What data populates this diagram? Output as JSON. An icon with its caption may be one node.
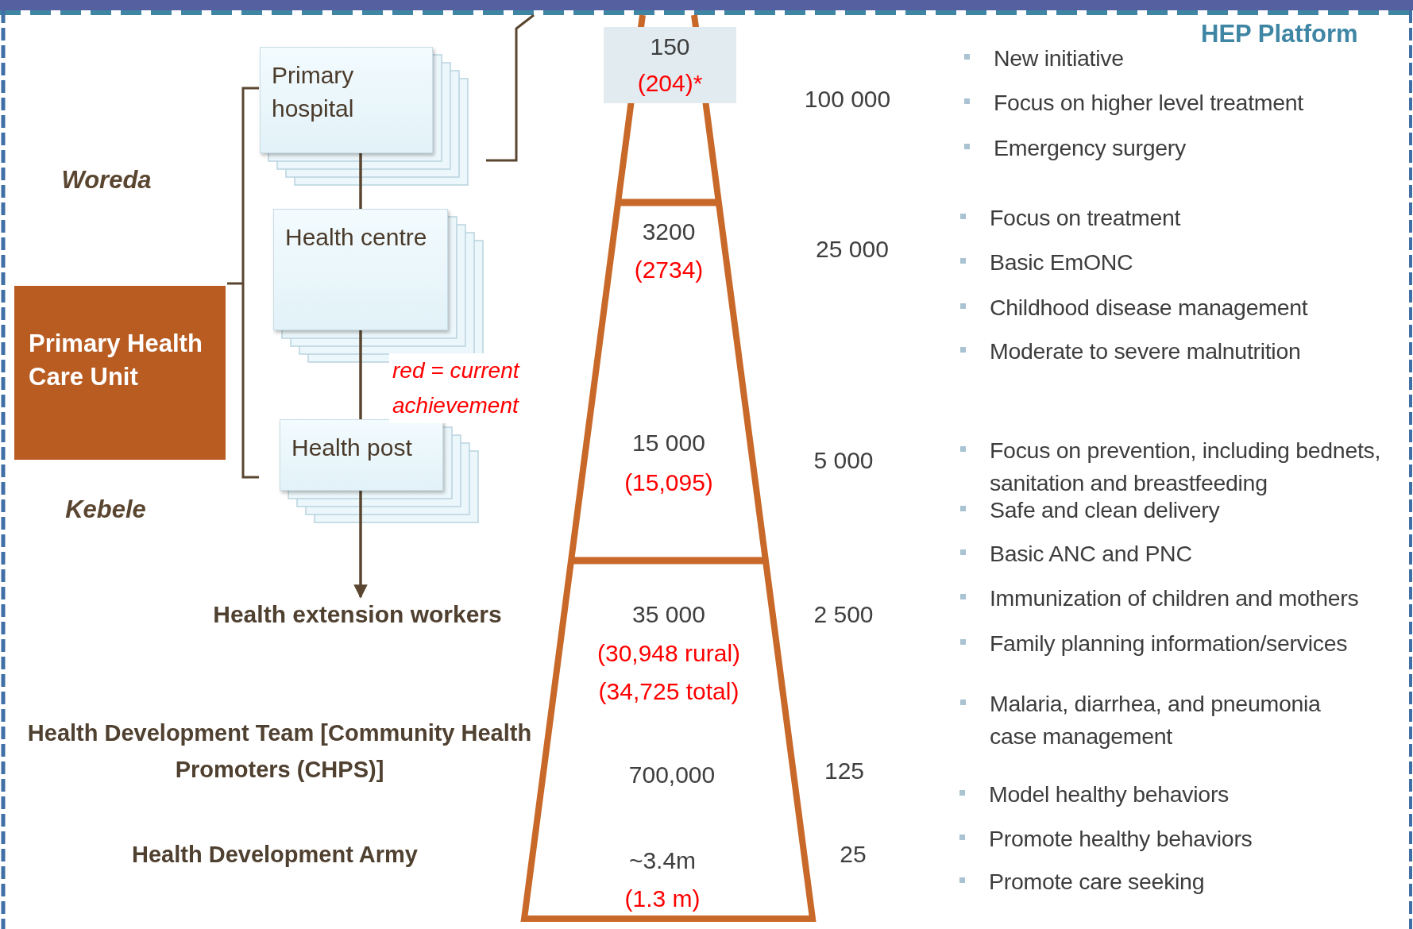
{
  "diagram": {
    "title": "HEP Platform",
    "nodes": [
      {
        "text": [
          "Primary hospital"
        ]
      },
      {
        "text": [
          "Health centre"
        ]
      },
      {
        "text": [
          "Health post"
        ]
      },
      {
        "text": [
          "Health extension workers"
        ]
      },
      {
        "text": [
          "Primary Health Care Unit"
        ]
      },
      {
        "text": [
          "150",
          "(204)*"
        ]
      }
    ],
    "edges": [
      {
        "from": 0,
        "to": 1,
        "arrow": "none"
      },
      {
        "from": 1,
        "to": 2,
        "arrow": "none"
      },
      {
        "from": 2,
        "to": 3,
        "arrow": "to"
      }
    ],
    "labels": [
      "Woreda",
      "red = current achievement",
      "Kebele",
      "Health Development Team [Community Health Promoters (CHPS)]",
      "Health Development Army",
      "3200",
      "(2734)",
      "15 000",
      "(15,095)",
      "35 000",
      "(30,948 rural)",
      "(34,725 total)",
      "700,000",
      "~3.4m",
      "(1.3 m)",
      "100 000",
      "25 000",
      "5 000",
      "2 500",
      "125",
      "25",
      "New initiative",
      "Focus on higher level treatment",
      "Emergency surgery",
      "Focus on treatment",
      "Basic EmONC",
      "Childhood disease management",
      "Moderate to severe malnutrition",
      "Focus on prevention, including bednets, sanitation and breastfeeding",
      "Safe and clean delivery",
      "Basic ANC and PNC",
      "Immunization of children and mothers",
      "Family planning information/services",
      "Malaria, diarrhea, and pneumonia case management",
      "Model healthy behaviors",
      "Promote healthy behaviors",
      "Promote care seeking"
    ]
  }
}
